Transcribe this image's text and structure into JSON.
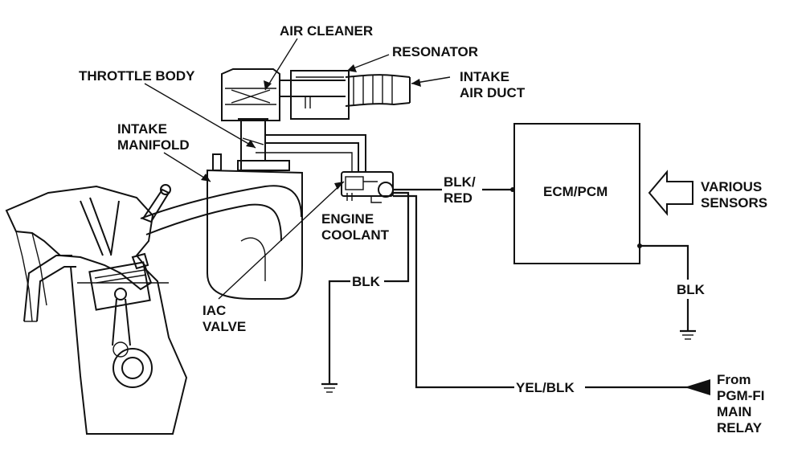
{
  "labels": {
    "air_cleaner": "AIR CLEANER",
    "resonator": "RESONATOR",
    "intake_air_duct_1": "INTAKE",
    "intake_air_duct_2": "AIR DUCT",
    "throttle_body": "THROTTLE BODY",
    "intake_manifold_1": "INTAKE",
    "intake_manifold_2": "MANIFOLD",
    "engine_coolant_1": "ENGINE",
    "engine_coolant_2": "COOLANT",
    "iac_valve_1": "IAC",
    "iac_valve_2": "VALVE",
    "ecm_pcm": "ECM/PCM",
    "various_sensors_1": "VARIOUS",
    "various_sensors_2": "SENSORS"
  },
  "wires": {
    "blk_red_1": "BLK/",
    "blk_red_2": "RED",
    "blk_left": "BLK",
    "blk_right": "BLK",
    "yel_blk": "YEL/BLK"
  },
  "source": {
    "line1": "From",
    "line2": "PGM-FI",
    "line3": "MAIN",
    "line4": "RELAY"
  }
}
